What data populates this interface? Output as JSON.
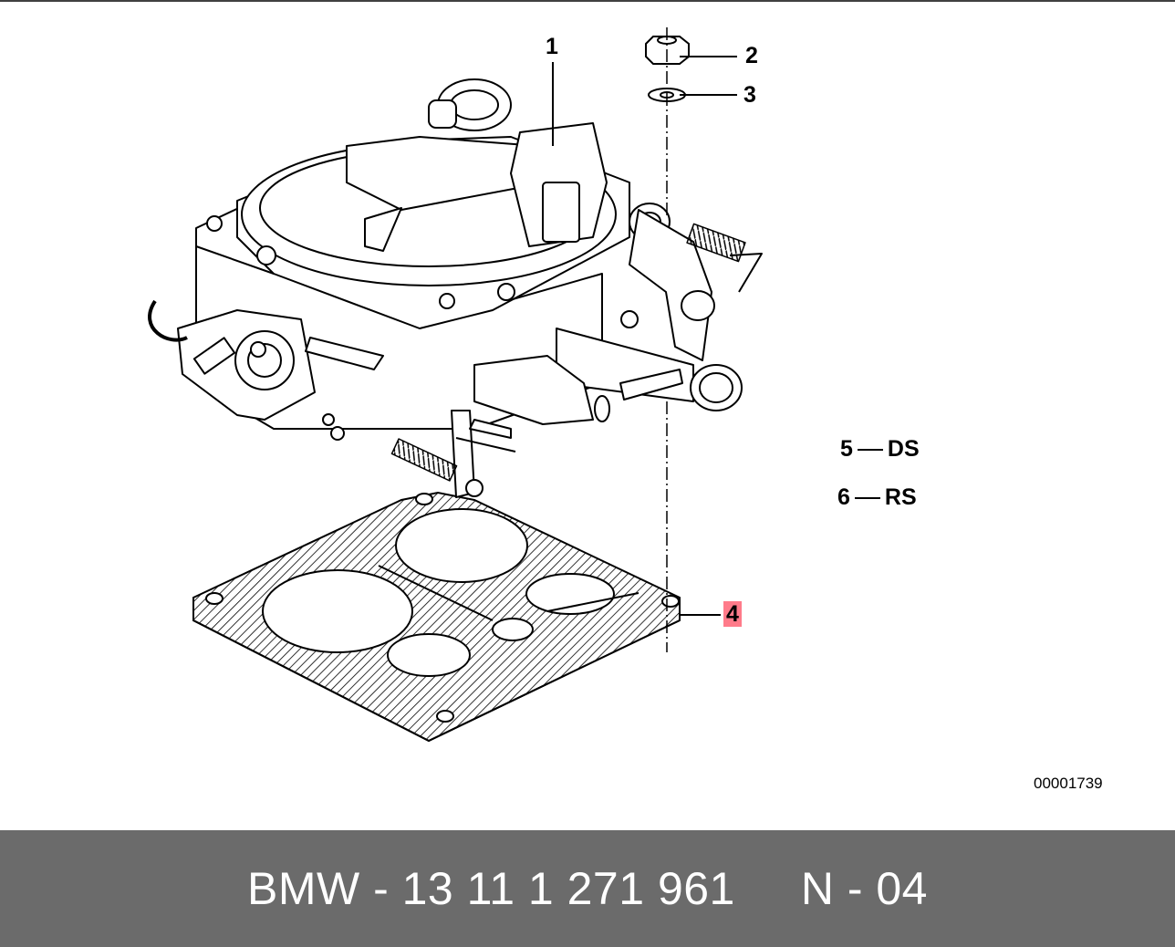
{
  "diagram": {
    "callouts": [
      {
        "id": "1",
        "label": "1"
      },
      {
        "id": "2",
        "label": "2"
      },
      {
        "id": "3",
        "label": "3"
      },
      {
        "id": "4",
        "label": "4",
        "highlighted": true
      }
    ],
    "legend": [
      {
        "number": "5",
        "code": "DS"
      },
      {
        "number": "6",
        "code": "RS"
      }
    ],
    "diagram_number": "00001739",
    "highlight_color": "#ff7b8a"
  },
  "footer": {
    "text": "BMW - 13 11 1 271 961     N - 04",
    "background": "#6b6b6b"
  }
}
